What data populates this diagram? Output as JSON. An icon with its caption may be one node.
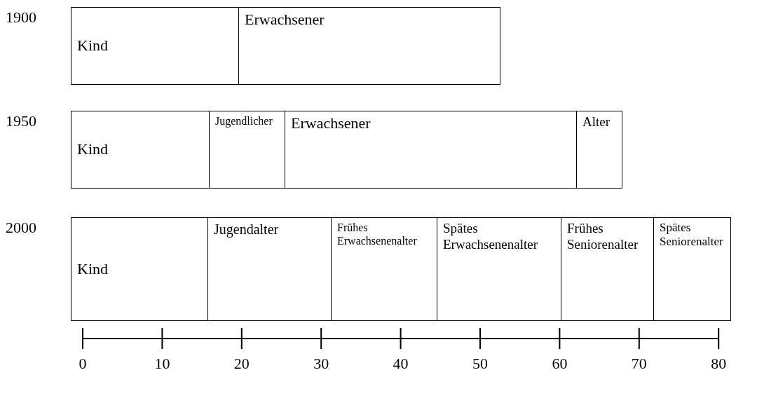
{
  "diagram": {
    "nodes": [
      {
        "text": [
          "Kind"
        ]
      },
      {
        "text": [
          "Erwachsener"
        ]
      },
      {
        "text": [
          "Kind"
        ]
      },
      {
        "text": [
          "Jugendlicher"
        ]
      },
      {
        "text": [
          "Erwachsener"
        ]
      },
      {
        "text": [
          "Alter"
        ]
      },
      {
        "text": [
          "Kind"
        ]
      },
      {
        "text": [
          "Jugendalter"
        ]
      },
      {
        "text": [
          "Frühes Erwachsenenalter"
        ]
      },
      {
        "text": [
          "Spätes Erwachsenenalter"
        ]
      },
      {
        "text": [
          "Frühes Seniorenalter"
        ]
      },
      {
        "text": [
          "Spätes Seniorenalter"
        ]
      }
    ],
    "edges": [],
    "labels": [
      "1900",
      "1950",
      "2000",
      "0",
      "10",
      "20",
      "30",
      "40",
      "50",
      "60",
      "70",
      "80"
    ]
  }
}
